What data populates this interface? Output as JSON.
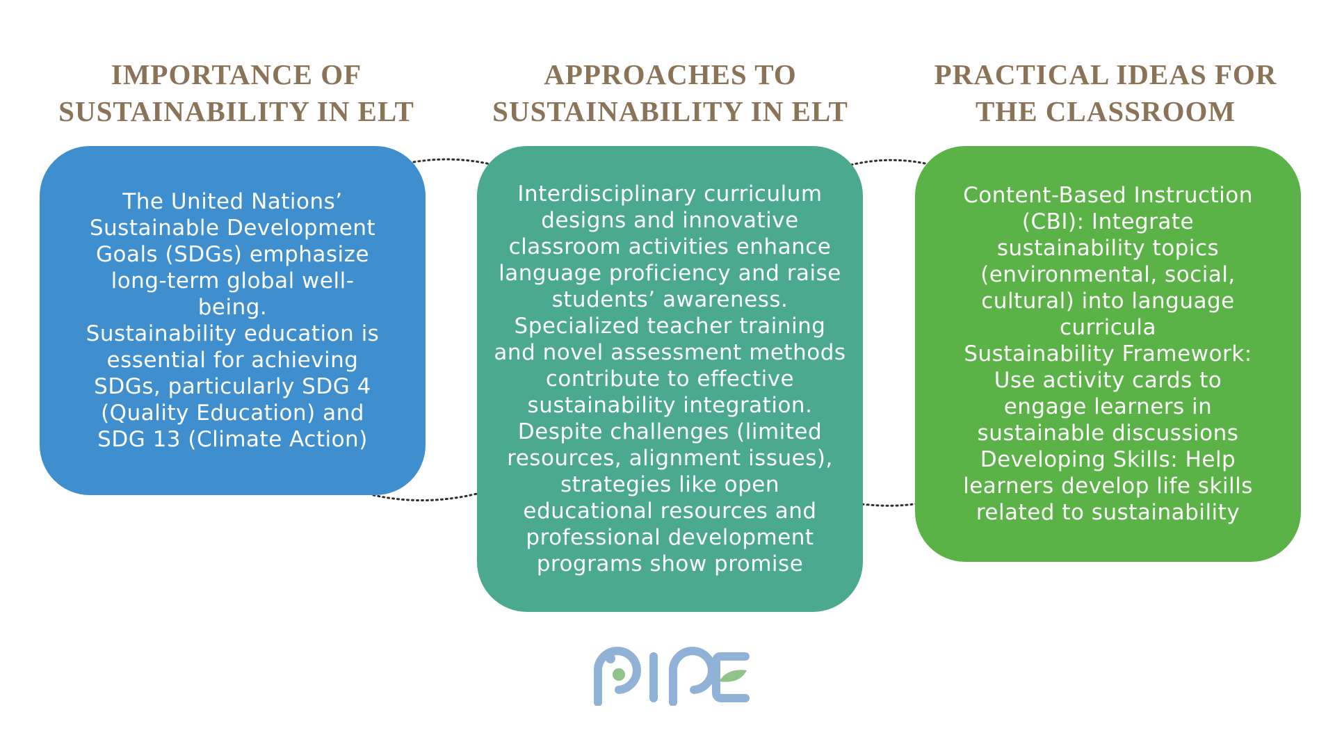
{
  "colors": {
    "heading": "#8b7357",
    "card1": "#3f8fce",
    "card2": "#4aa98e",
    "card3": "#5bb347",
    "connector": "#2f2f2f",
    "logo_blue": "#8fb2d6",
    "logo_green": "#8fc38a"
  },
  "columns": [
    {
      "heading_lines": [
        "IMPORTANCE OF",
        "SUSTAINABILITY IN ELT"
      ],
      "body_lines": [
        "The United Nations’",
        "Sustainable Development",
        "Goals (SDGs) emphasize",
        "long-term global well-",
        "being.",
        "Sustainability education is",
        "essential for achieving",
        "SDGs, particularly SDG 4",
        "(Quality Education) and",
        "SDG 13 (Climate Action)"
      ]
    },
    {
      "heading_lines": [
        "APPROACHES TO",
        "SUSTAINABILITY IN ELT"
      ],
      "body_lines": [
        "Interdisciplinary curriculum",
        "designs and innovative",
        "classroom activities enhance",
        "language proficiency and raise",
        "students’ awareness.",
        "Specialized teacher training",
        "and novel assessment methods",
        "contribute to effective",
        "sustainability integration.",
        "Despite challenges (limited",
        "resources, alignment issues),",
        "strategies like open",
        "educational resources and",
        "professional development",
        "programs show promise"
      ]
    },
    {
      "heading_lines": [
        "PRACTICAL IDEAS FOR",
        "THE CLASSROOM"
      ],
      "body_lines": [
        "Content-Based Instruction",
        "(CBI): Integrate",
        "sustainability topics",
        "(environmental, social,",
        "cultural) into language",
        "curricula",
        "Sustainability Framework:",
        "Use activity cards to",
        "engage learners in",
        "sustainable discussions",
        "Developing Skills: Help",
        "learners develop life skills",
        "related to sustainability"
      ]
    }
  ],
  "logo": {
    "icon": "pipe-logo-icon"
  }
}
